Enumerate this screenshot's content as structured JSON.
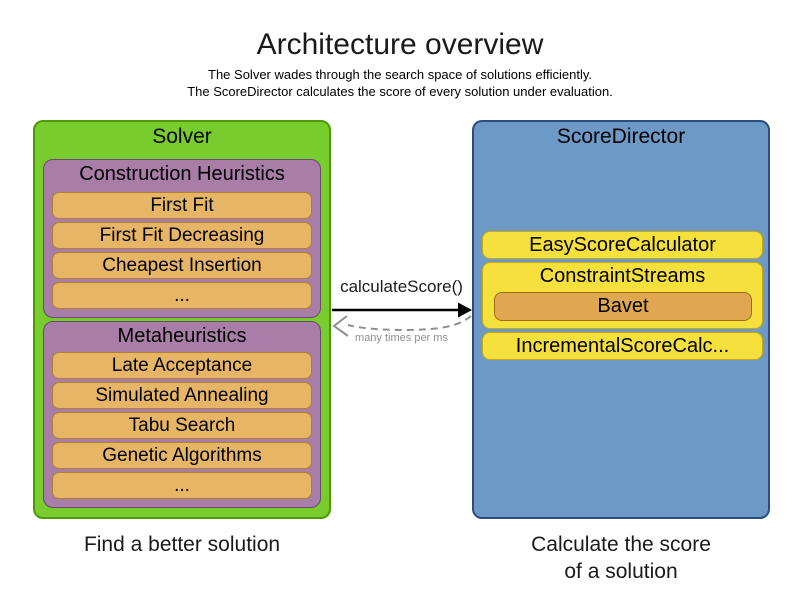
{
  "header": {
    "title": "Architecture overview",
    "subtitle_line1": "The Solver wades through the search space of solutions efficiently.",
    "subtitle_line2": "The ScoreDirector calculates the score of every solution under evaluation."
  },
  "solver": {
    "label": "Solver",
    "caption": "Find a better solution",
    "groups": [
      {
        "label": "Construction Heuristics",
        "items": [
          "First Fit",
          "First Fit Decreasing",
          "Cheapest Insertion",
          "..."
        ]
      },
      {
        "label": "Metaheuristics",
        "items": [
          "Late Acceptance",
          "Simulated Annealing",
          "Tabu Search",
          "Genetic Algorithms",
          "..."
        ]
      }
    ]
  },
  "score_director": {
    "label": "ScoreDirector",
    "caption_line1": "Calculate the score",
    "caption_line2": "of a solution",
    "calculators": [
      "EasyScoreCalculator",
      "ConstraintStreams",
      "IncrementalScoreCalc..."
    ],
    "constraint_streams_impl": "Bavet"
  },
  "interaction": {
    "call_label": "calculateScore()",
    "frequency_label": "many times per ms"
  },
  "colors": {
    "solver_fill": "#79cc2e",
    "solver_border": "#4e9a06",
    "group_fill": "#a87da8",
    "group_border": "#6b4b6b",
    "item_fill": "#e7b566",
    "item_border": "#b08030",
    "director_fill": "#6d99c7",
    "director_border": "#2b4e7e",
    "calculator_fill": "#f5e03c",
    "calculator_border": "#c9a70b",
    "bavet_fill": "#dfa850",
    "bavet_border": "#9c6d0e",
    "arrow_solid": "#000000",
    "arrow_dashed": "#909090"
  }
}
